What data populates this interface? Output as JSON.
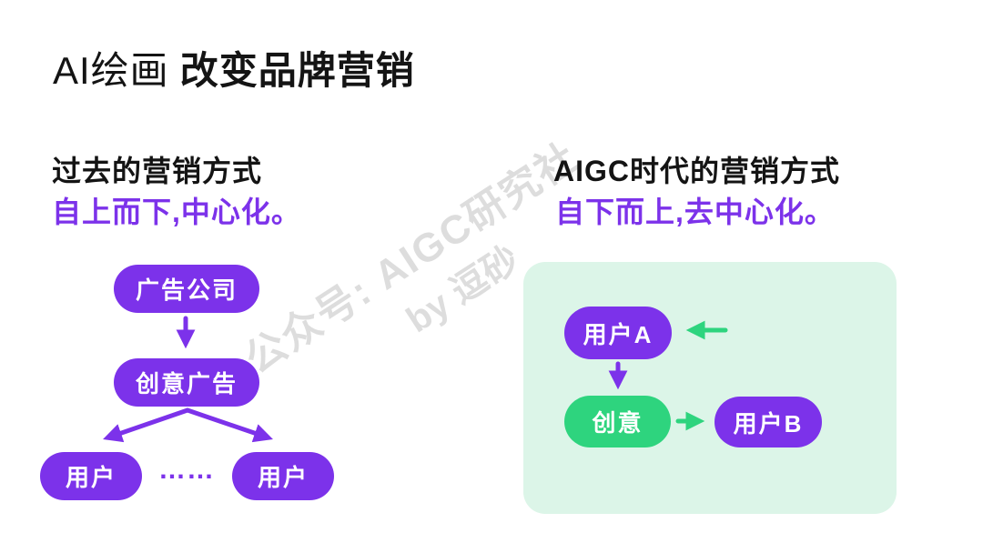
{
  "title": {
    "prefix": "AI绘画",
    "emphasis": "改变品牌营销"
  },
  "watermark": {
    "line1": "公众号: AIGC研究社",
    "line2": "by 逗砂"
  },
  "left_section": {
    "heading": "过去的营销方式",
    "subheading": "自上而下,中心化。",
    "flow": {
      "top_node": "广告公司",
      "middle_node": "创意广告",
      "bottom_left_node": "用户",
      "bottom_right_node": "用户",
      "ellipsis": "……"
    }
  },
  "right_section": {
    "heading": "AIGC时代的营销方式",
    "subheading": "自下而上,去中心化。",
    "flow": {
      "user_a_node": "用户A",
      "idea_node": "创意",
      "user_b_node": "用户B"
    }
  },
  "colors": {
    "slide_bg": "#ffffff",
    "ink": "#141414",
    "purple": "#7C32EA",
    "green": "#2ED47E",
    "panel_green": "#DCF5E8"
  }
}
